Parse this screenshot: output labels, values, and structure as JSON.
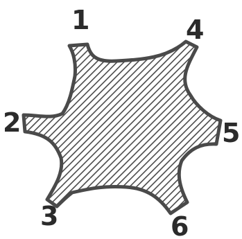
{
  "diagram": {
    "labels": [
      "1",
      "2",
      "3",
      "4",
      "5",
      "6"
    ],
    "fill_color": "#4a4a4a",
    "background_color": "#ffffff"
  }
}
